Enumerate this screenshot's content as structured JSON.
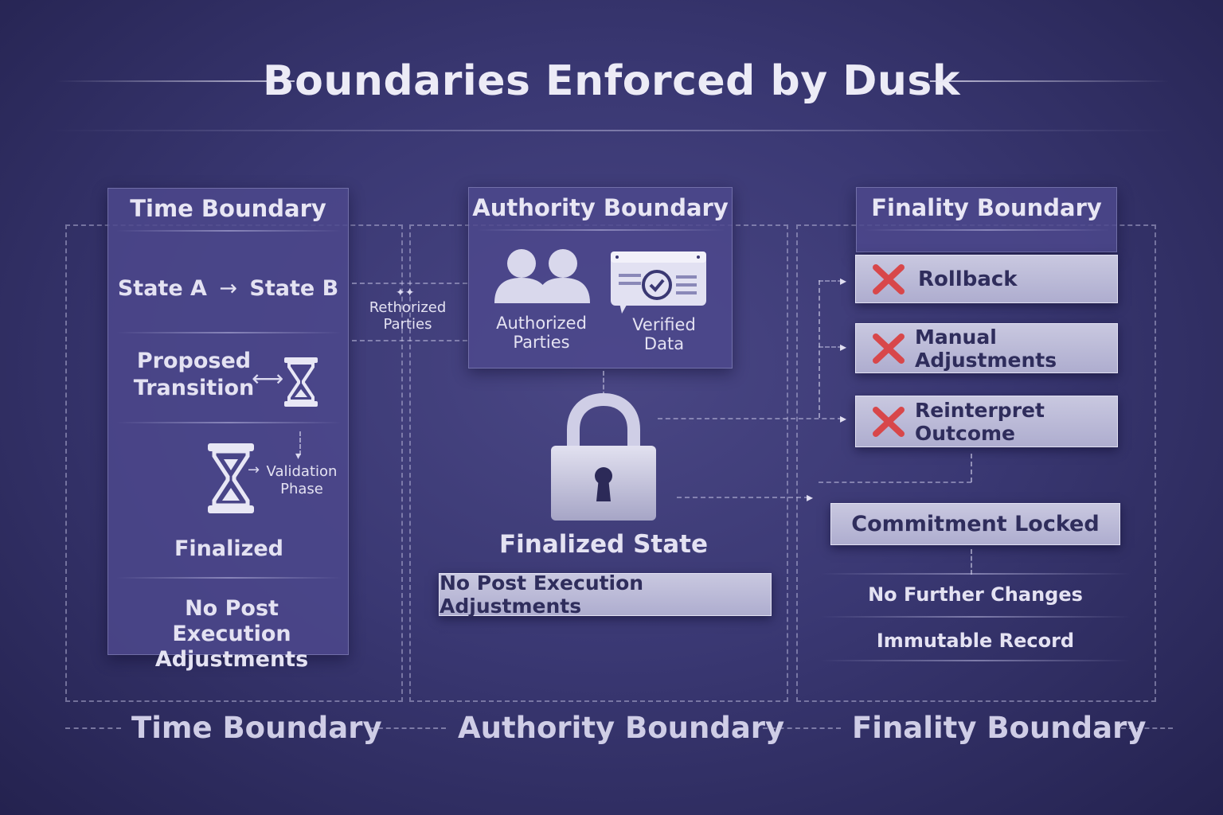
{
  "title": "Boundaries Enforced by Dusk",
  "time": {
    "heading": "Time Boundary",
    "state_a": "State A",
    "state_b": "State B",
    "proposed": "Proposed Transition",
    "validation": "Validation Phase",
    "finalized": "Finalized",
    "no_post": "No Post Execution Adjustments"
  },
  "connector_text": "Rethorized Parties",
  "authority": {
    "heading": "Authority Boundary",
    "parties": "Authorized Parties",
    "data": "Verified Data",
    "finalized_state": "Finalized State",
    "no_post": "No Post Execution Adjustments"
  },
  "finality": {
    "heading": "Finality Boundary",
    "rejected": [
      "Rollback",
      "Manual Adjustments",
      "Reinterpret Outcome"
    ],
    "locked": "Commitment Locked",
    "no_changes": "No Further Changes",
    "immutable": "Immutable Record"
  },
  "footer": {
    "time": "Time Boundary",
    "authority": "Authority Boundary",
    "finality": "Finality Boundary"
  },
  "colors": {
    "reject_x": "#d8474a",
    "background": "#3a3873"
  }
}
